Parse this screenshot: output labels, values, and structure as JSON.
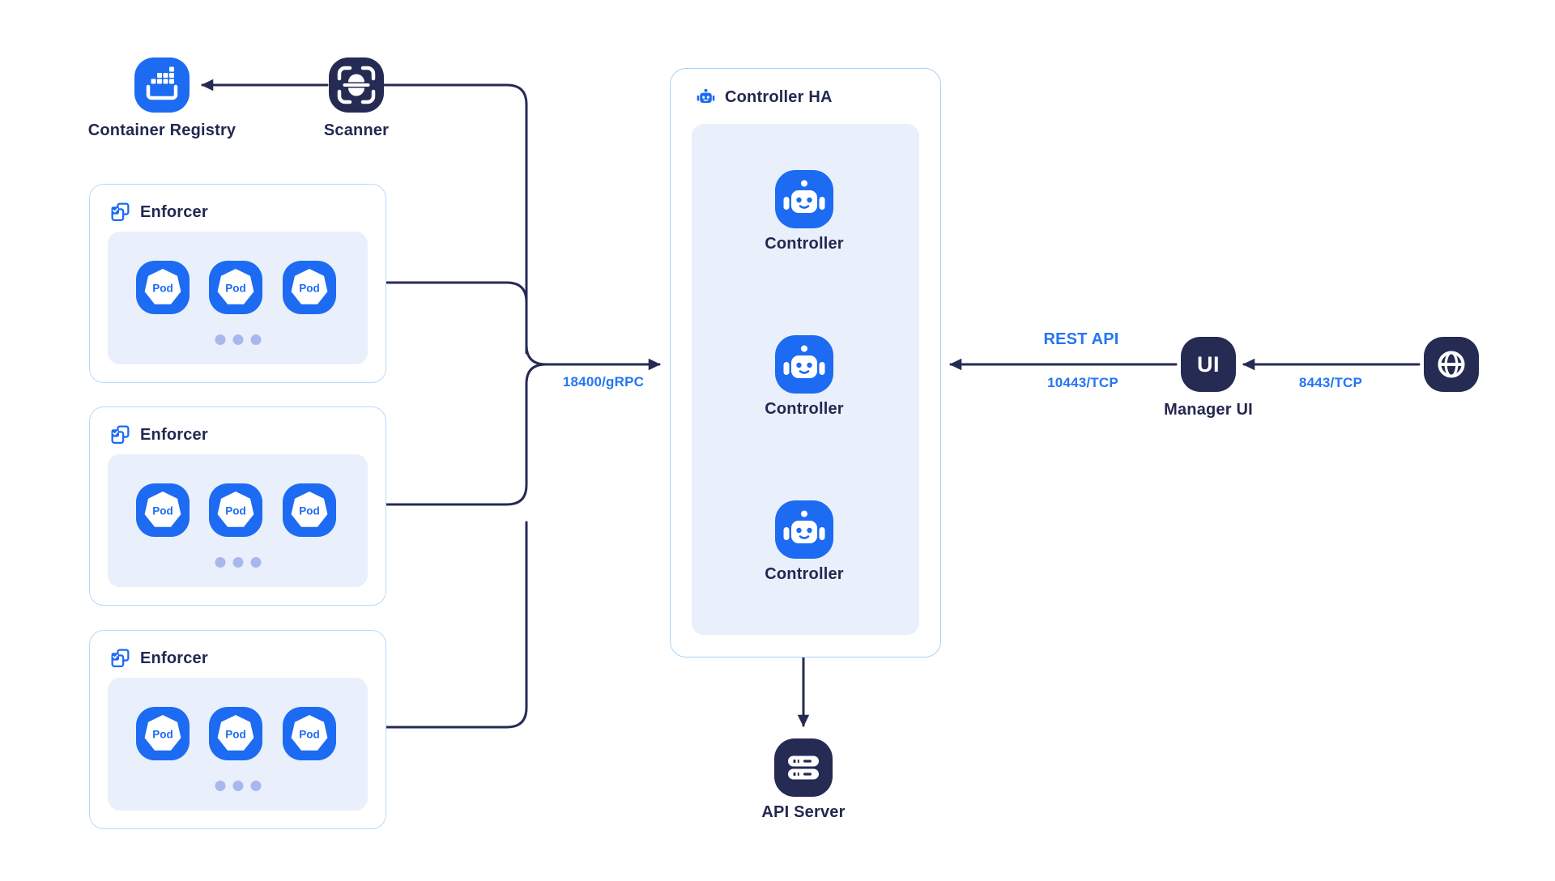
{
  "diagram": "container-security-architecture",
  "colors": {
    "primary_blue": "#1c6bf2",
    "navy": "#262b54",
    "text_navy": "#232850",
    "edge_label_blue": "#2575f4",
    "panel_bg": "#e9f0fc",
    "enforcer_border": "#b9daf8",
    "controller_border": "#a6d3f7",
    "ellipsis_dot": "#a9b7ef",
    "background": "#ffffff"
  },
  "registry": {
    "label": "Container Registry",
    "icon": "docker-registry-icon"
  },
  "scanner": {
    "label": "Scanner",
    "icon": "scan-bug-icon"
  },
  "enforcers": [
    {
      "label": "Enforcer",
      "pods": [
        "Pod",
        "Pod",
        "Pod"
      ]
    },
    {
      "label": "Enforcer",
      "pods": [
        "Pod",
        "Pod",
        "Pod"
      ]
    },
    {
      "label": "Enforcer",
      "pods": [
        "Pod",
        "Pod",
        "Pod"
      ]
    }
  ],
  "controller_ha": {
    "title": "Controller HA",
    "icon": "robot-icon",
    "controllers": [
      "Controller",
      "Controller",
      "Controller"
    ]
  },
  "manager_ui": {
    "icon_text": "UI",
    "label": "Manager UI"
  },
  "browser": {
    "icon": "globe-icon"
  },
  "api_server": {
    "label": "API Server",
    "icon": "server-icon"
  },
  "edges": {
    "grpc": {
      "label": "18400/gRPC"
    },
    "rest_api": {
      "label": "REST API",
      "port": "10443/TCP"
    },
    "browser_to_ui": {
      "port": "8443/TCP"
    }
  }
}
